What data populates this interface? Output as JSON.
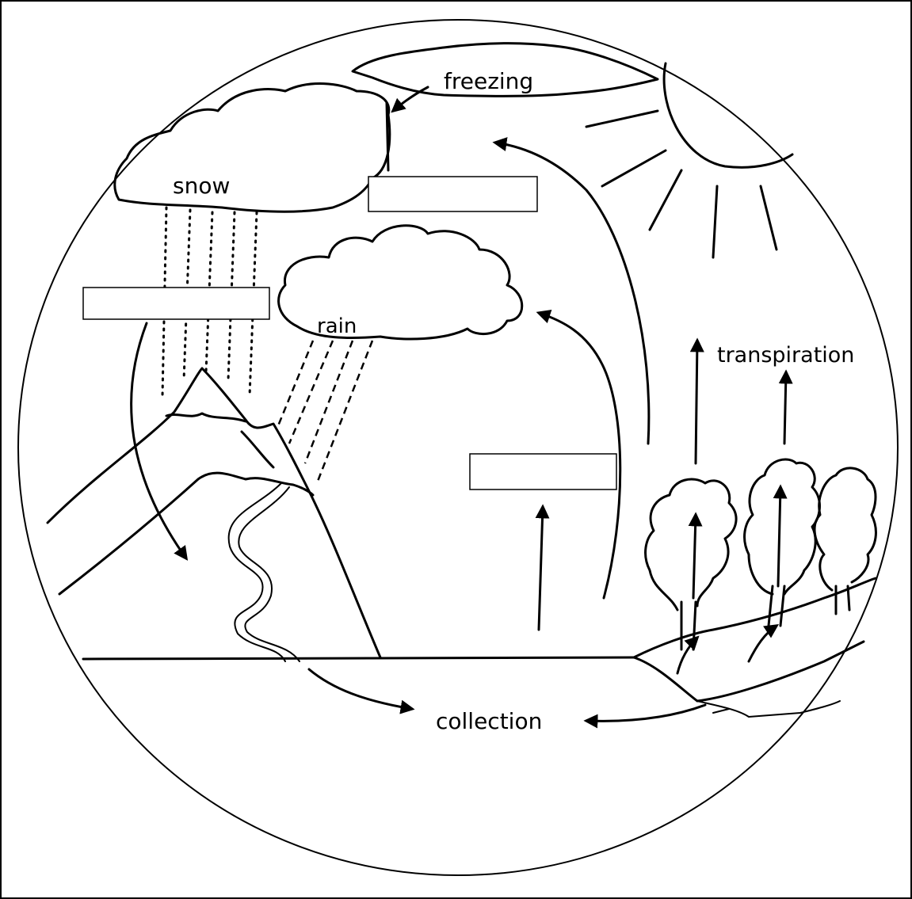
{
  "labels": {
    "freezing": "freezing",
    "snow": "snow",
    "rain": "rain",
    "transpiration": "transpiration",
    "collection": "collection"
  },
  "blanks": {
    "condensation_box": "",
    "precipitation_box": "",
    "evaporation_box": ""
  }
}
